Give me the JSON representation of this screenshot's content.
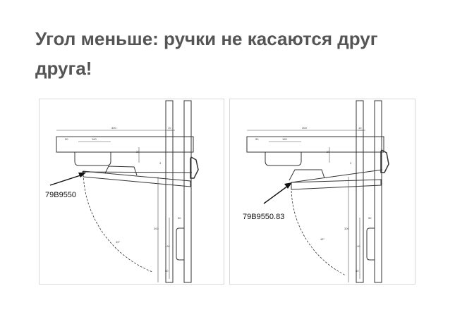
{
  "title": "Угол меньше: ручки не касаются друг друга!",
  "panels": [
    {
      "callout": "79B9550",
      "dims": {
        "top": "300",
        "left": "50",
        "mid": "160",
        "right": "10",
        "v1": "20",
        "v2": "3",
        "side_total": "300",
        "side_a": "50",
        "side_b": "190",
        "side_c": "50",
        "angle": "45°"
      }
    },
    {
      "callout": "79B9550.83",
      "dims": {
        "top": "300",
        "left": "50",
        "mid": "160",
        "right": "10",
        "v1": "20",
        "v2": "3",
        "side_total": "300",
        "side_a": "50",
        "side_b": "190",
        "side_c": "50",
        "angle": "45°"
      }
    }
  ]
}
